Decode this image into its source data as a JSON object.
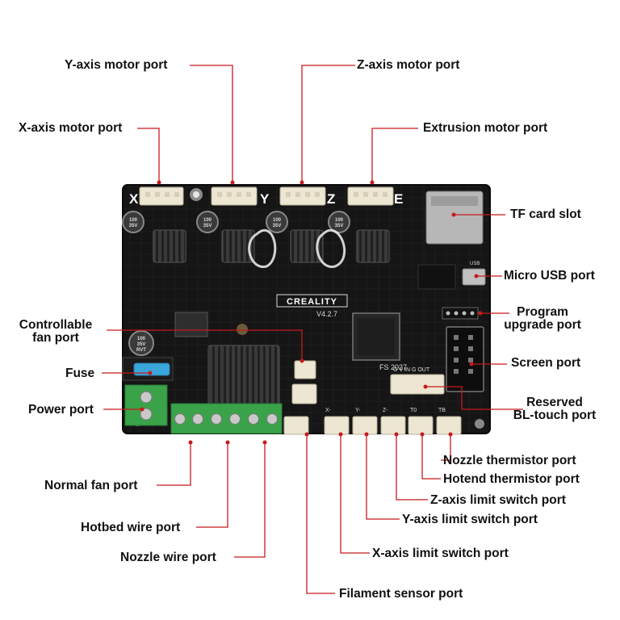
{
  "board": {
    "brand": "CREALITY",
    "version": "V4.2.7",
    "chip": "FS 2027",
    "axis_letters": [
      "X",
      "Y",
      "Z",
      "E"
    ],
    "bltouch_pins": "G V IN G OUT",
    "usb_mark": "USB",
    "limit_marks": [
      "X-",
      "Y-",
      "Z-",
      "T0",
      "TB"
    ],
    "capacitor_text": [
      "100",
      "35V"
    ],
    "capacitor_text_2": "RVT"
  },
  "labels": {
    "y_axis_motor_port": "Y-axis motor port",
    "z_axis_motor_port": "Z-axis motor port",
    "x_axis_motor_port": "X-axis motor port",
    "extrusion_motor_port": "Extrusion motor port",
    "tf_card_slot": "TF card slot",
    "micro_usb_port": "Micro USB port",
    "program_upgrade_port_l1": "Program",
    "program_upgrade_port_l2": "upgrade port",
    "controllable_fan_port_l1": "Controllable",
    "controllable_fan_port_l2": "fan port",
    "fuse": "Fuse",
    "screen_port": "Screen port",
    "power_port": "Power port",
    "reserved_bltouch_port_l1": "Reserved",
    "reserved_bltouch_port_l2": "BL-touch  port",
    "nozzle_thermistor_port": "Nozzle thermistor port",
    "hotend_thermistor_port": "Hotend thermistor port",
    "normal_fan_port": "Normal fan port",
    "z_axis_limit_switch_port": "Z-axis limit switch port",
    "y_axis_limit_switch_port": "Y-axis limit switch port",
    "hotbed_wire_port": "Hotbed wire port",
    "x_axis_limit_switch_port": "X-axis limit switch port",
    "nozzle_wire_port": "Nozzle wire port",
    "filament_sensor_port": "Filament sensor port"
  },
  "colors": {
    "board": "#151515",
    "leader_line": "#c8191e",
    "connector": "#ece6d2",
    "terminal_green": "#3aa34a",
    "text": "#111111"
  }
}
